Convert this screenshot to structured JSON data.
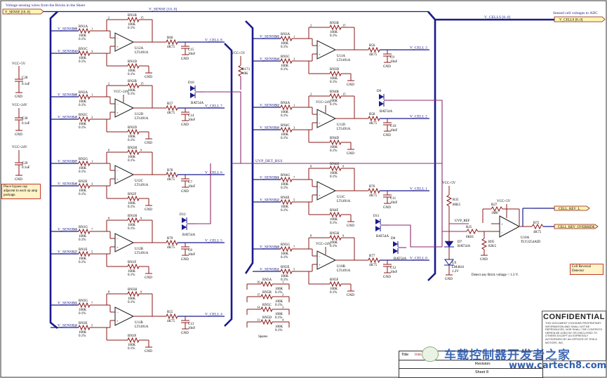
{
  "header": {
    "note_top": "Voltage sensing wires from the Bricks in the Sheet",
    "vsense_port": "V_SENSE [10..0]",
    "vsense_bus": "V_SENSE [10..0]",
    "vcells_bus": "V_CELLS [8..0]",
    "sensed_note": "Sensed cell voltages to ADC",
    "vcells_port": "V_CELLS [8..0]"
  },
  "left_channels": [
    {
      "sense": "V_SENSE 9",
      "pin": "18",
      "r_in": "RN1A",
      "r_fb": "RN1B",
      "out_r": "R60",
      "cell": "V_CELL 8",
      "amp": "U12A",
      "cap": "C15",
      "pins": [
        "18",
        "1",
        "15",
        "2"
      ]
    },
    {
      "sense": "V_SENSE 10",
      "pin": "14",
      "r_in": "RN1C",
      "r_fb": "RN1D",
      "out_r": "",
      "cell": "",
      "amp": "",
      "cap": "",
      "pins": [
        "14",
        "3",
        "13",
        "4"
      ]
    },
    {
      "sense": "V_SENSE 8",
      "pin": "18",
      "r_in": "RN2A",
      "r_fb": "RN2B",
      "out_r": "R57",
      "cell": "V_CELL 7",
      "amp": "U12D",
      "cap": "C14",
      "pins": [
        "18",
        "1",
        "15",
        "2"
      ]
    },
    {
      "sense": "V_SENSE 9",
      "pin": "14",
      "r_in": "RN2C",
      "r_fb": "RN2D",
      "out_r": "",
      "cell": "",
      "amp": "",
      "cap": "",
      "pins": [
        "14",
        "3",
        "13",
        "4"
      ]
    },
    {
      "sense": "V_SENSE 7",
      "pin": "18",
      "r_in": "RN2G",
      "r_fb": "RN2H",
      "out_r": "R78",
      "cell": "V_CELL 6",
      "amp": "U12C",
      "cap": "C7",
      "pins": [
        "18",
        "1",
        "9",
        "8"
      ]
    },
    {
      "sense": "V_SENSE 8",
      "pin": "14",
      "r_in": "RN2E",
      "r_fb": "RN2F",
      "out_r": "",
      "cell": "",
      "amp": "",
      "cap": "",
      "pins": [
        "14",
        "3",
        "11",
        "12"
      ]
    },
    {
      "sense": "V_SENSE 6",
      "pin": "10",
      "r_in": "RN1G",
      "r_fb": "RN1H",
      "out_r": "R79",
      "cell": "V_CELL 5",
      "amp": "U12B",
      "cap": "C8",
      "pins": [
        "10",
        "7",
        "9",
        "8"
      ]
    },
    {
      "sense": "V_SENSE 7",
      "pin": "12",
      "r_in": "RN1E",
      "r_fb": "RN1F",
      "out_r": "",
      "cell": "",
      "amp": "",
      "cap": "",
      "pins": [
        "12",
        "5",
        "11",
        "6"
      ]
    },
    {
      "sense": "V_SENSE 5",
      "pin": "10",
      "r_in": "RN3G",
      "r_fb": "RN3H",
      "out_r": "R55",
      "cell": "V_CELL 4",
      "amp": "U11B",
      "cap": "C13",
      "pins": [
        "10",
        "7",
        "9",
        "8"
      ]
    },
    {
      "sense": "V_SENSE 6",
      "pin": "12",
      "r_in": "RN3E",
      "r_fb": "RN3F",
      "out_r": "",
      "cell": "",
      "amp": "",
      "cap": "",
      "pins": [
        "12",
        "5",
        "11",
        "6"
      ]
    }
  ],
  "right_channels": [
    {
      "sense": "V_SENSE 5",
      "pin": "16",
      "r_in": "RN3A",
      "r_fb": "RN3B",
      "out_r": "R56",
      "cell": "V_CELL 3",
      "amp": "U11A",
      "cap": "C9",
      "pins": [
        "16",
        "1",
        "15",
        "2"
      ]
    },
    {
      "sense": "V_SENSE 4",
      "pin": "14",
      "r_in": "RN3C",
      "r_fb": "RN3D",
      "out_r": "",
      "cell": "",
      "amp": "",
      "cap": "",
      "pins": [
        "14",
        "3",
        "13",
        "4"
      ]
    },
    {
      "sense": "V_SENSE 2",
      "pin": "16",
      "r_in": "RN4A",
      "r_fb": "RN4B",
      "out_r": "R58",
      "cell": "V_CELL 2",
      "amp": "U11D",
      "cap": "C10",
      "pins": [
        "16",
        "1",
        "15",
        "2"
      ]
    },
    {
      "sense": "V_SENSE 3",
      "pin": "14",
      "r_in": "RN4C",
      "r_fb": "RN4D",
      "out_r": "",
      "cell": "",
      "amp": "",
      "cap": "",
      "pins": [
        "14",
        "3",
        "13",
        "4"
      ]
    },
    {
      "sense": "V_SENSE 1",
      "pin": "10",
      "r_in": "RN4G",
      "r_fb": "RN4H",
      "out_r": "R76",
      "cell": "V_CELL 1",
      "amp": "U11C",
      "cap": "C11",
      "pins": [
        "10",
        "7",
        "9",
        "8"
      ]
    },
    {
      "sense": "V_SENSE 2",
      "pin": "12",
      "r_in": "RN4E",
      "r_fb": "RN4F",
      "out_r": "",
      "cell": "",
      "amp": "",
      "cap": "",
      "pins": [
        "12",
        "5",
        "11",
        "6"
      ]
    },
    {
      "sense": "V_SENSE 0",
      "pin": "10",
      "r_in": "RN5G",
      "r_fb": "RN5H",
      "out_r": "R77",
      "cell": "V_CELL 0",
      "amp": "U10B",
      "cap": "C12",
      "pins": [
        "10",
        "7",
        "9",
        "8"
      ]
    },
    {
      "sense": "V_SENSE 1",
      "pin": "12",
      "r_in": "RN5E",
      "r_fb": "RN5F",
      "out_r": "",
      "cell": "",
      "amp": "",
      "cap": "",
      "pins": [
        "12",
        "5",
        "11",
        "6"
      ]
    }
  ],
  "values": {
    "r_net": "100K",
    "tol": "0.1%",
    "r_out": "4K75",
    "cap": "10nF",
    "opamp": "LT1491A",
    "opamp2": "TLV2254AID",
    "bypass_cap": "0.1uF",
    "gnd": "GND",
    "diode": "BAT54A"
  },
  "supply": {
    "vcc5": "VCC+5V",
    "vcc24": "VCC+24V",
    "c28": "C28",
    "c30": "C30",
    "c29": "C29",
    "note": "Place bypass cap adjacent to each op amp package."
  },
  "diodes": [
    "D10",
    "D9",
    "D12",
    "D11",
    "D8",
    "D7"
  ],
  "uvp": {
    "bus": "UVP_DET_BUS",
    "ref": "UVP_REF",
    "r173": "R173",
    "r173_val": "10K",
    "r35": "R35",
    "r35_val": "86K5",
    "r27": "R27",
    "r27_val": "1M0",
    "r25": "R25",
    "r25_val": "6K81",
    "r95": "R95",
    "r95_val": "82K5",
    "r75": "R75",
    "r75_val": "4K75",
    "u9": "U9",
    "u9_part": "LM4041",
    "u9_v": "1.2V",
    "u10a": "U10A",
    "u10a_part": "TLV2254AID",
    "detect_note": "Detect any Brick voltage < 1.3 V.",
    "cell_rev": "CELL_REV_L",
    "cell_rev_ovr": "CELL_REV_OVERRIDE",
    "reversal_note": "Cell Reversal Detector"
  },
  "spares": {
    "label": "Spares",
    "items": [
      {
        "ref": "RN5A",
        "pins": [
          "16",
          "1"
        ]
      },
      {
        "ref": "RN5B",
        "pins": [
          "15",
          "2"
        ]
      },
      {
        "ref": "RN5C",
        "pins": [
          "14",
          "3"
        ]
      },
      {
        "ref": "RN5D",
        "pins": [
          "13",
          "4"
        ]
      }
    ]
  },
  "confidential": {
    "title": "CONFIDENTIAL",
    "body": "THIS DOCUMENT CONTAINS PROPRIETARY INFORMATION AND SHALL NOT BE REPRODUCED, NOR SHALL THE CONTENTS HEREIN BE USED BY OR DISCLOSED TO OTHERS EXCEPT AS EXPRESSLY AUTHORIZED BY AN OFFICER OF TESLA MOTORS, INC."
  },
  "title_block": {
    "title_label": "Title",
    "title_value": "Inte... Summ...",
    "revision_label": "Revision:",
    "sheet_label": "Sheet",
    "sheet_value": "8"
  },
  "watermark": {
    "main": "车载控制器开发者之家",
    "url": "www.cartech8.com"
  }
}
